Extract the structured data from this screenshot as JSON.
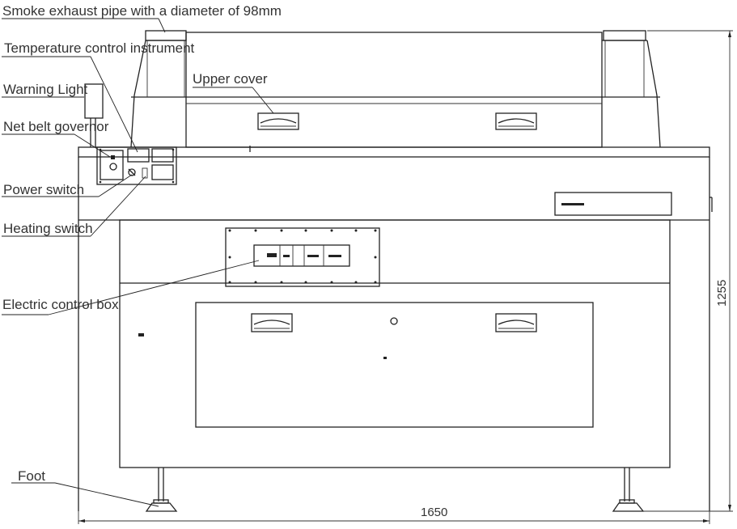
{
  "labels": {
    "smoke_exhaust": "Smoke exhaust pipe with a diameter of 98mm",
    "temperature_control": "Temperature control instrument",
    "upper_cover": "Upper cover",
    "warning_light": "Warning Light",
    "net_belt_governor": "Net belt governor",
    "power_switch": "Power switch",
    "heating_switch": "Heating switch",
    "electric_control_box": "Electric control box",
    "foot": "Foot"
  },
  "dimensions": {
    "width": "1650",
    "height": "1255"
  }
}
